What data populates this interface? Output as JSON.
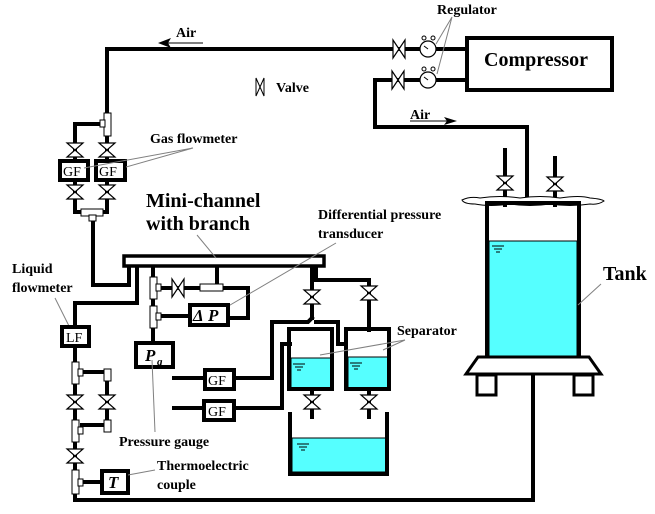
{
  "diagram": {
    "title": "Experimental setup: mini-channel with branch two-phase flow loop",
    "labels": {
      "air_top": "Air",
      "air_mid": "Air",
      "regulator": "Regulator",
      "compressor": "Compressor",
      "valve_legend": "Valve",
      "gas_flowmeter": "Gas flowmeter",
      "minichannel_line1": "Mini-channel",
      "minichannel_line2": "with branch",
      "dp_line1": "Differential pressure",
      "dp_line2": "transducer",
      "liquid_fm_line1": "Liquid",
      "liquid_fm_line2": "flowmeter",
      "tank": "Tank",
      "separator": "Separator",
      "pressure_gauge": "Pressure gauge",
      "thermo_line1": "Thermoelectric",
      "thermo_line2": "couple"
    },
    "boxes": {
      "gf": "GF",
      "lf": "LF",
      "dp_delta": "Δ",
      "dp_p": "P",
      "pg_p": "P",
      "pg_sub": "g",
      "t": "T"
    },
    "colors": {
      "water": "#55ffff",
      "line": "#000000",
      "leader": "#808080"
    }
  }
}
